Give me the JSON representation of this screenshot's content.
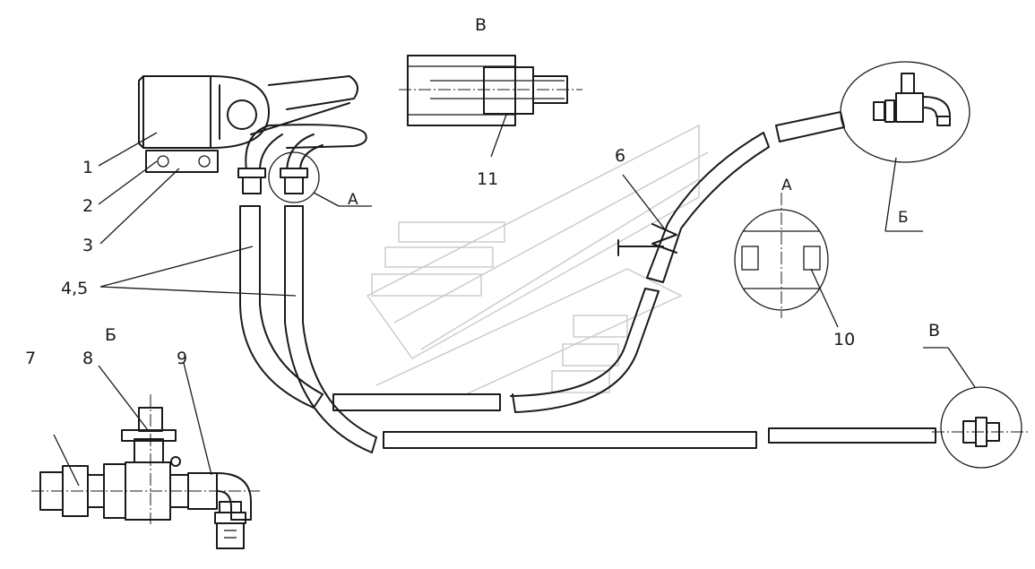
{
  "labels": {
    "part_1": "1",
    "part_2": "2",
    "part_3": "3",
    "part_4_5": "4,5",
    "part_6": "6",
    "part_7": "7",
    "part_8": "8",
    "part_9": "9",
    "part_10": "10",
    "part_11": "11",
    "view_b_top": "В",
    "view_b_right": "В",
    "view_bb_callout": "Б",
    "view_bb_detail": "Б",
    "view_a_callout": "А",
    "view_a_detail": "А"
  }
}
